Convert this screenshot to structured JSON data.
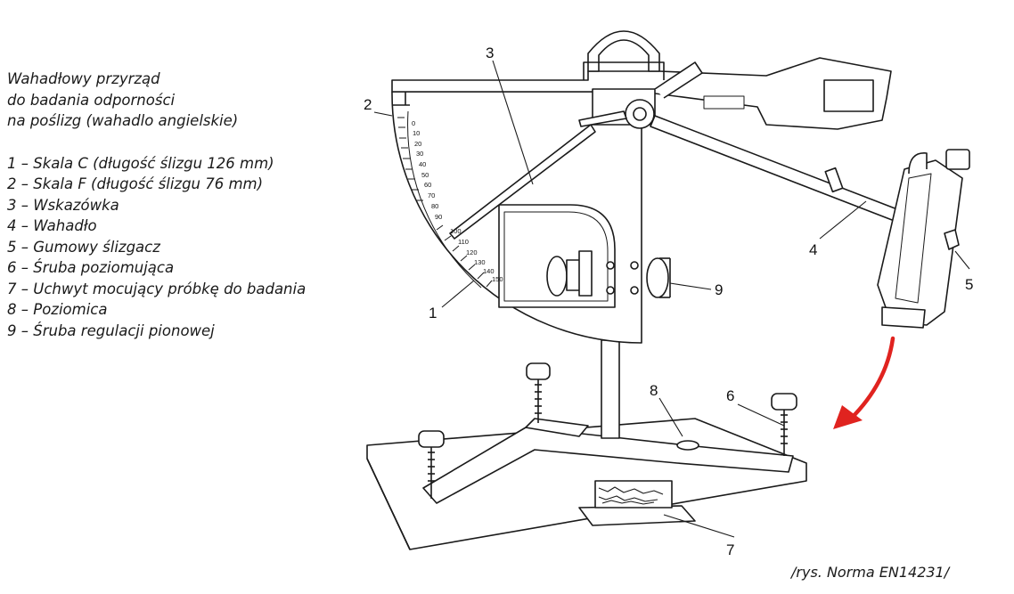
{
  "title_lines": [
    "Wahadłowy przyrząd",
    "do badania odporności",
    "na poślizg (wahadlo angielskie)"
  ],
  "legend": [
    "1 – Skala C (długość ślizgu 126 mm)",
    "2 – Skala F (długość ślizgu 76 mm)",
    "3 – Wskazówka",
    "4 – Wahadło",
    "5 – Gumowy ślizgacz",
    "6 – Śruba poziomująca",
    "7 – Uchwyt mocujący próbkę do badania",
    "8 – Poziomica",
    "9 – Śruba regulacji pionowej"
  ],
  "callouts": [
    "1",
    "2",
    "3",
    "4",
    "5",
    "6",
    "7",
    "8",
    "9"
  ],
  "scale_f_ticks": [
    "0",
    "10",
    "20",
    "30",
    "40",
    "50",
    "60",
    "70",
    "80"
  ],
  "scale_c_ticks": [
    "90",
    "100",
    "110",
    "120",
    "130",
    "140",
    "150"
  ],
  "credit": "/rys. Norma EN14231/",
  "arrow_color": "#e0231f"
}
